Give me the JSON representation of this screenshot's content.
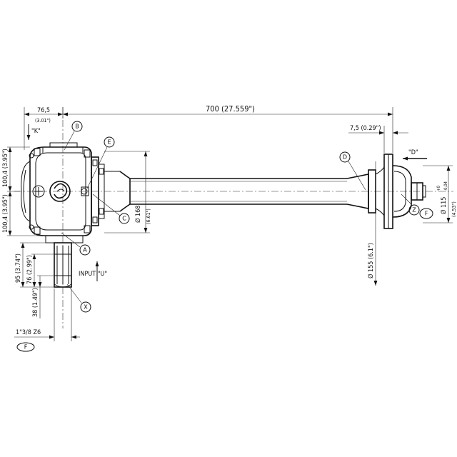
{
  "dimensions": {
    "overall_length": "700 (27.559\")",
    "flange_offset": "7,5 (0.29\")",
    "left_offset": "76,5",
    "left_offset_in": "(3.01\")",
    "half_height_top": "100,4 (3.95\")",
    "half_height_bottom": "100,4 (3.95\")",
    "flange_diameter": "Ø  168",
    "flange_diameter_in": "(6.61\")",
    "shaft_flange_diameter": "Ø  155 (6.1\")",
    "input_shaft_length": "95 (3.74\")",
    "input_shaft_spline": "76 (2.99\")",
    "input_shaft_short": "38 (1.49\")",
    "spline_spec": "1\"3/8  Z6",
    "output_diameter": "Ø  115",
    "output_tolerance_upper": "+0",
    "output_tolerance_lower": "-0,04",
    "output_diameter_in": "(4.53\")"
  },
  "views": {
    "k": "\"K\"",
    "u": "INPUT  \"U\"",
    "d": "\"D\""
  },
  "callouts": [
    "A",
    "B",
    "C",
    "D",
    "E",
    "F",
    "X",
    "Z"
  ]
}
